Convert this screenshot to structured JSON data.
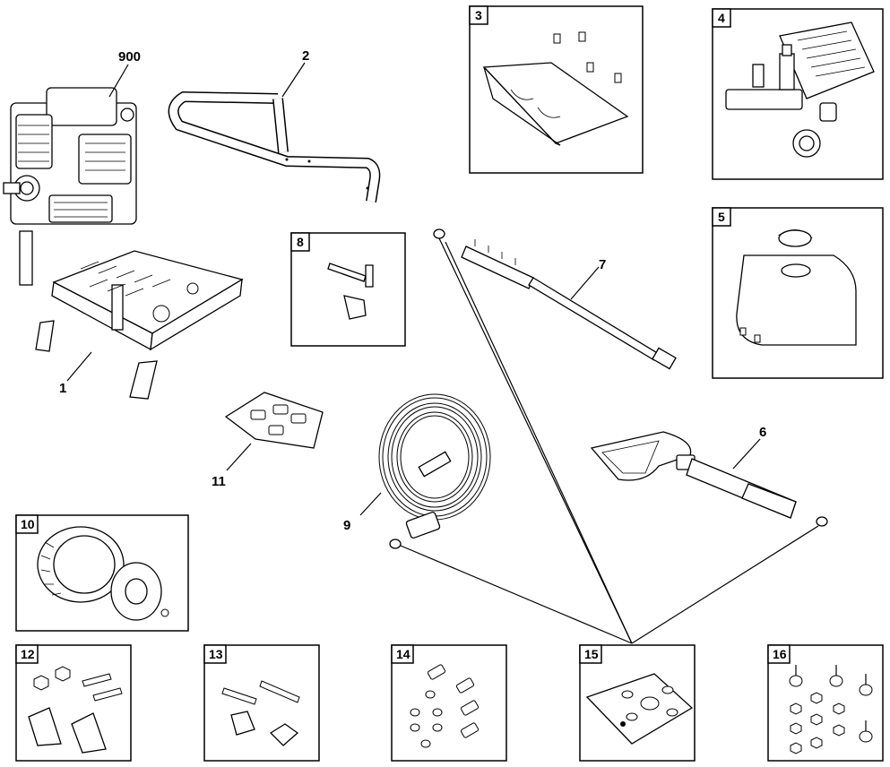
{
  "callouts": {
    "c900": "900",
    "c1": "1",
    "c2": "2",
    "c6": "6",
    "c7": "7",
    "c9": "9",
    "c11": "11"
  },
  "boxed": {
    "b3": "3",
    "b4": "4",
    "b5": "5",
    "b8": "8",
    "b10": "10",
    "b12": "12",
    "b13": "13",
    "b14": "14",
    "b15": "15",
    "b16": "16"
  },
  "colors": {
    "line": "#000000",
    "background": "#ffffff"
  }
}
